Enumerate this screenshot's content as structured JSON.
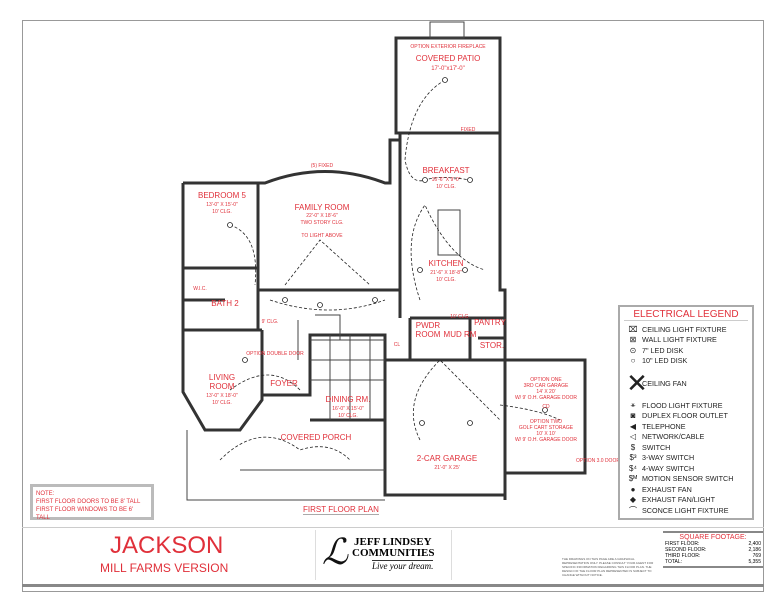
{
  "plan": {
    "rooms": {
      "patio": {
        "name": "COVERED PATIO",
        "dims": "17'-0\"x17'-0\"",
        "note": "OPTION EXTERIOR FIREPLACE"
      },
      "breakfast": {
        "name": "BREAKFAST",
        "dims": "16'-6\" X 9'-0\"",
        "clg": "10' CLG."
      },
      "kitchen": {
        "name": "KITCHEN",
        "dims": "21'-6\" X 18'-8\"",
        "clg": "10' CLG."
      },
      "family": {
        "name": "FAMILY ROOM",
        "dims": "22'-0\" X 18'-6\"",
        "clg": "TWO STORY CLG."
      },
      "bedroom5": {
        "name": "BEDROOM 5",
        "dims": "13'-0\" X 15'-0\"",
        "clg": "10' CLG."
      },
      "bath2": {
        "name": "BATH 2"
      },
      "wic": {
        "name": "W.I.C."
      },
      "closet_clg": "9' CLG.",
      "living": {
        "name1": "LIVING",
        "name2": "ROOM",
        "dims": "13'-0\" X 18'-0\"",
        "clg": "10' CLG."
      },
      "foyer": {
        "name": "FOYER"
      },
      "dining": {
        "name": "DINING RM.",
        "dims": "16'-0\" X 15'-0\"",
        "clg": "10' CLG."
      },
      "porch": {
        "name": "COVERED PORCH"
      },
      "powder": {
        "name1": "PWDR",
        "name2": "ROOM"
      },
      "mud": {
        "name": "MUD RM",
        "clg": "10' CLG."
      },
      "pantry": {
        "name": "PANTRY"
      },
      "stor": {
        "name": "STOR."
      },
      "cl": "CL",
      "garage": {
        "name": "2-CAR GARAGE",
        "dims": "21'-0\" X 25'"
      },
      "opt_garage": {
        "l1": "OPTION ONE",
        "l2": "3RD CAR GARAGE",
        "l3": "14' X 20'",
        "l4": "W/ 9' O.H. GARAGE DOOR",
        "cd": "CD",
        "l5": "OPTION TWO",
        "l6": "GOLF CART STORAGE",
        "l7": "10' X 10'",
        "l8": "W/ 9' O.H. GARAGE DOOR"
      },
      "opt_door": "OPTION 3.0 DOOR",
      "opt_double_door": "OPTION DOUBLE DOOR",
      "fixed": "FIXED",
      "five_fixed": "(5) FIXED",
      "to_light": "TO LIGHT ABOVE"
    }
  },
  "legend": {
    "title": "ELECTRICAL LEGEND",
    "items": [
      {
        "icon": "ceiling-light-icon",
        "glyph": "⌧",
        "label": "CEILING LIGHT FIXTURE"
      },
      {
        "icon": "wall-light-icon",
        "glyph": "⊠",
        "label": "WALL LIGHT FIXTURE"
      },
      {
        "icon": "led-disk-7-icon",
        "glyph": "⊙",
        "label": "7\" LED DISK"
      },
      {
        "icon": "led-disk-10-icon",
        "glyph": "○",
        "label": "10\" LED DISK"
      },
      {
        "icon": "ceiling-fan-icon",
        "glyph": "✕",
        "label": "CEILING FAN"
      },
      {
        "icon": "flood-light-icon",
        "glyph": "⚹",
        "label": "FLOOD LIGHT FIXTURE"
      },
      {
        "icon": "duplex-outlet-icon",
        "glyph": "◙",
        "label": "DUPLEX FLOOR OUTLET"
      },
      {
        "icon": "telephone-icon",
        "glyph": "◀",
        "label": "TELEPHONE"
      },
      {
        "icon": "network-icon",
        "glyph": "◁",
        "label": "NETWORK/CABLE"
      },
      {
        "icon": "switch-icon",
        "glyph": "$",
        "label": "SWITCH"
      },
      {
        "icon": "3way-switch-icon",
        "glyph": "$³",
        "label": "3-WAY SWITCH"
      },
      {
        "icon": "4way-switch-icon",
        "glyph": "$⁴",
        "label": "4-WAY SWITCH"
      },
      {
        "icon": "motion-switch-icon",
        "glyph": "$ᴹ",
        "label": "MOTION SENSOR SWITCH"
      },
      {
        "icon": "exhaust-fan-icon",
        "glyph": "●",
        "label": "EXHAUST FAN"
      },
      {
        "icon": "exhaust-fan-light-icon",
        "glyph": "◆",
        "label": "EXHAUST FAN/LIGHT"
      },
      {
        "icon": "sconce-icon",
        "glyph": "⌒",
        "label": "SCONCE LIGHT FIXTURE"
      }
    ]
  },
  "note": {
    "title": "NOTE:",
    "line1": "FIRST FLOOR DOORS TO BE 8' TALL",
    "line2": "FIRST FLOOR WINDOWS TO BE 6' TALL"
  },
  "plan_title": "FIRST FLOOR PLAN",
  "title": "JACKSON",
  "subtitle": "MILL FARMS VERSION",
  "logo": {
    "line1": "JEFF LINDSEY",
    "line2": "COMMUNITIES",
    "tagline": "Live your dream."
  },
  "disclaimer": "THE DRAWINGS ON THIS PAGE ARE A GRAPHICAL REPRESENTATION ONLY. PLEASE CONSULT YOUR AGENT FOR SPECIFIC INFORMATION REGARDING THIS FLOOR PLAN. THE DESIGN OF THE FLOOR PLAN REPRESENTED IS SUBJECT TO CHANGE WITHOUT NOTICE.",
  "square_footage": {
    "title": "SQUARE FOOTAGE:",
    "rows": [
      {
        "label": "FIRST FLOOR:",
        "value": "2,400"
      },
      {
        "label": "SECOND FLOOR:",
        "value": "2,186"
      },
      {
        "label": "THIRD FLOOR:",
        "value": "769"
      },
      {
        "label": "TOTAL:",
        "value": "5,355"
      }
    ]
  },
  "colors": {
    "accent": "#e0303a",
    "wall": "#333333"
  }
}
